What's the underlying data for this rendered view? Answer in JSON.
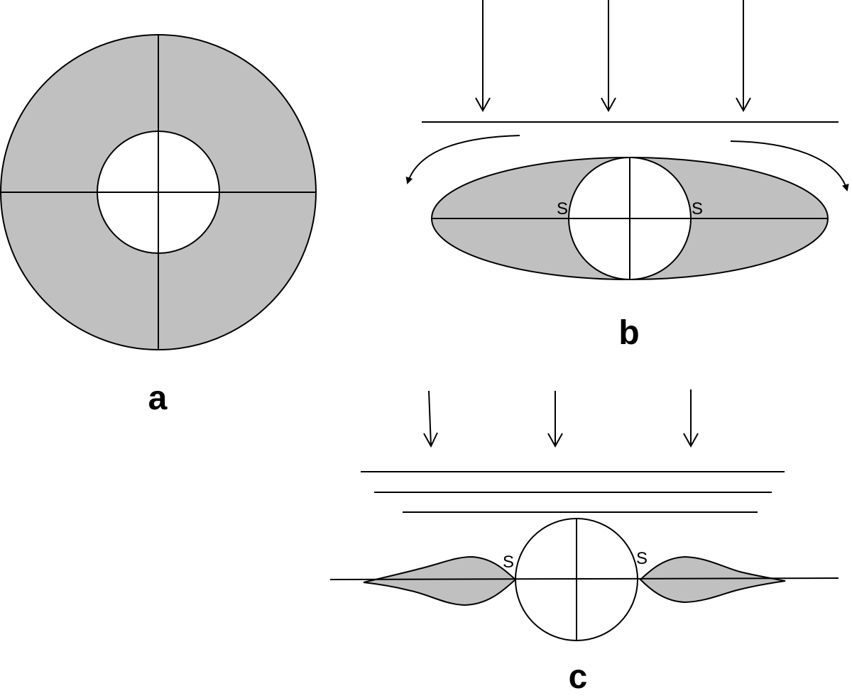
{
  "colors": {
    "shaded": "#c0c0c0",
    "line": "#000000",
    "background": "#ffffff"
  },
  "panels": {
    "a": {
      "label": "a"
    },
    "b": {
      "label": "b",
      "marker_left": "S",
      "marker_right": "S"
    },
    "c": {
      "label": "c",
      "marker_left": "S",
      "marker_right": "S"
    }
  },
  "icons": {
    "downward_arrow": "arrow-down-icon",
    "curved_arrow": "curved-arrow-icon"
  }
}
